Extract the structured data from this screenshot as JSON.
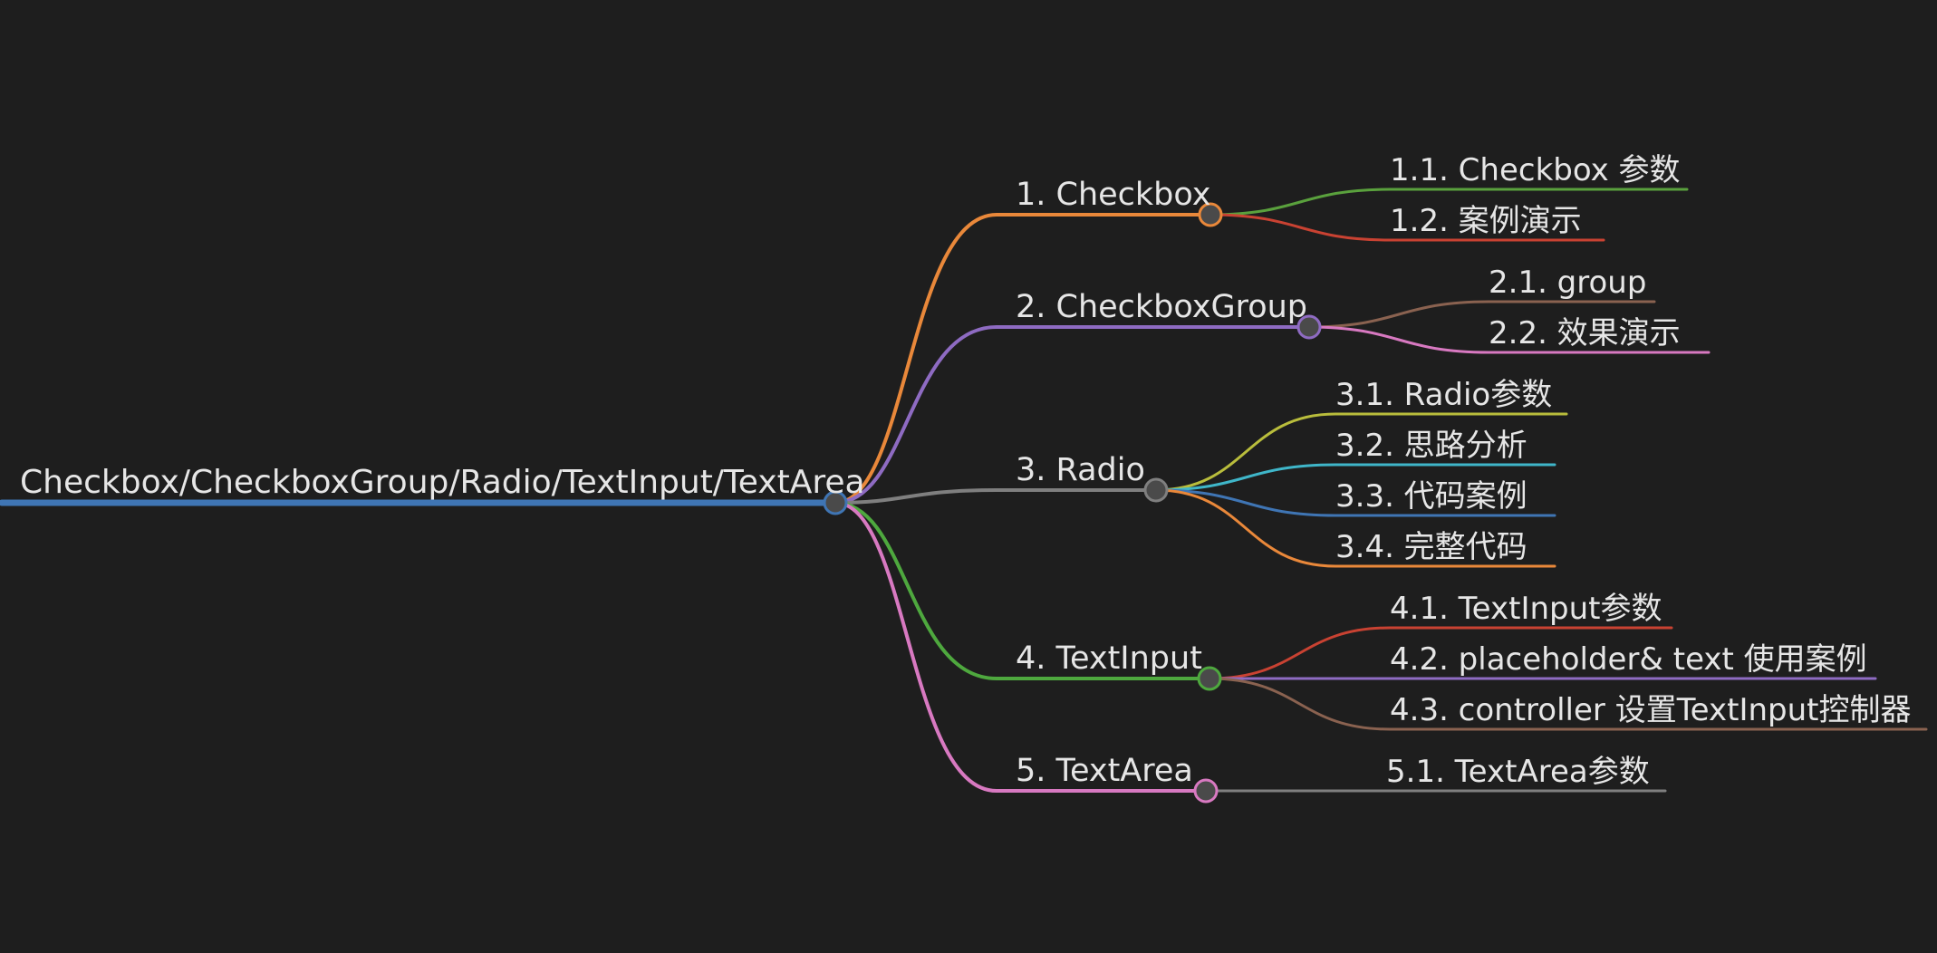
{
  "root": {
    "label": "Checkbox/CheckboxGroup/Radio/TextInput/TextArea",
    "color": "#3f75b4"
  },
  "branches": [
    {
      "label": "1. Checkbox",
      "color": "#e9883a",
      "children": [
        {
          "label": "1.1. Checkbox 参数",
          "color": "#5aa13d"
        },
        {
          "label": "1.2. 案例演示",
          "color": "#c94232"
        }
      ]
    },
    {
      "label": "2. CheckboxGroup",
      "color": "#8e6bc2",
      "children": [
        {
          "label": "2.1. group",
          "color": "#8a6250"
        },
        {
          "label": "2.2. 效果演示",
          "color": "#d879c1"
        }
      ]
    },
    {
      "label": "3. Radio",
      "color": "#7f7f7f",
      "children": [
        {
          "label": "3.1. Radio参数",
          "color": "#b9bd3c"
        },
        {
          "label": "3.2. 思路分析",
          "color": "#3fb6c9"
        },
        {
          "label": "3.3. 代码案例",
          "color": "#3f75b4"
        },
        {
          "label": "3.4. 完整代码",
          "color": "#e9883a"
        }
      ]
    },
    {
      "label": "4. TextInput",
      "color": "#4ea83e",
      "children": [
        {
          "label": "4.1. TextInput参数",
          "color": "#c94232"
        },
        {
          "label": "4.2. placeholder& text 使用案例",
          "color": "#8e6bc2"
        },
        {
          "label": "4.3. controller 设置TextInput控制器",
          "color": "#8a6250"
        }
      ]
    },
    {
      "label": "5. TextArea",
      "color": "#d879c1",
      "children": [
        {
          "label": "5.1. TextArea参数",
          "color": "#7f7f7f"
        }
      ]
    }
  ]
}
